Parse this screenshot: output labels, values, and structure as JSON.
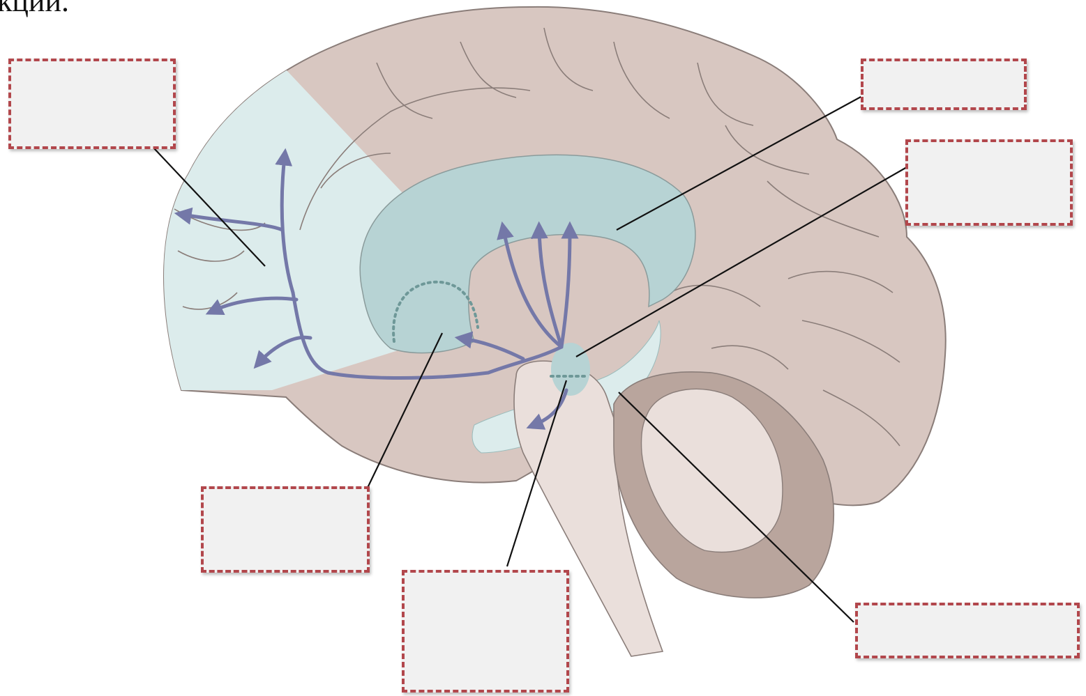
{
  "header_text": "кции.",
  "label_boxes": [
    {
      "id": "box-1",
      "text": ""
    },
    {
      "id": "box-2",
      "text": ""
    },
    {
      "id": "box-3",
      "text": ""
    },
    {
      "id": "box-4",
      "text": ""
    },
    {
      "id": "box-5",
      "text": ""
    },
    {
      "id": "box-6",
      "text": ""
    }
  ],
  "colors": {
    "brain_tissue": "#d8c7c1",
    "brain_outline": "#8a7d79",
    "prefrontal_region": "#dcecec",
    "limbic_region": "#b7d3d4",
    "pathway_arrows": "#7478a8",
    "cerebellum_outer": "#b9a59d",
    "cerebellum_inner": "#eadfdb",
    "box_border": "#b2474c",
    "box_fill": "#f1f1f1"
  }
}
